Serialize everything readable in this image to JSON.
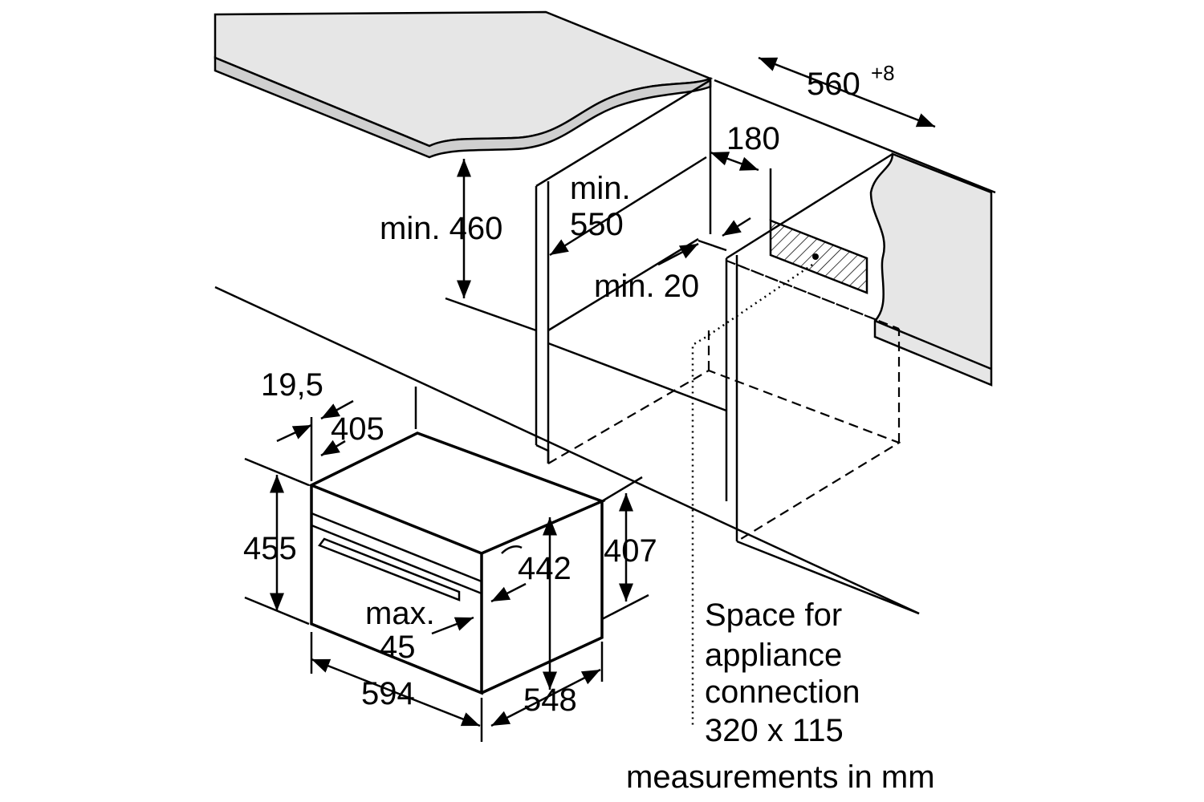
{
  "diagram": {
    "dimensions": {
      "niche_width": "560",
      "niche_width_tolerance": "+8",
      "depth_180": "180",
      "min_550_line1": "min.",
      "min_550_line2": "550",
      "min_460": "min. 460",
      "min_20": "min. 20",
      "d_19_5": "19,5",
      "d_405": "405",
      "height_455": "455",
      "height_442": "442",
      "height_407": "407",
      "max_45_line1": "max.",
      "max_45_line2": "45",
      "width_594": "594",
      "depth_548": "548"
    },
    "connection_note": [
      "Space for",
      "appliance",
      "connection",
      "320 x 115"
    ],
    "footer": "measurements in mm",
    "colors": {
      "surface": "#e6e6e6",
      "line": "#000000"
    }
  }
}
